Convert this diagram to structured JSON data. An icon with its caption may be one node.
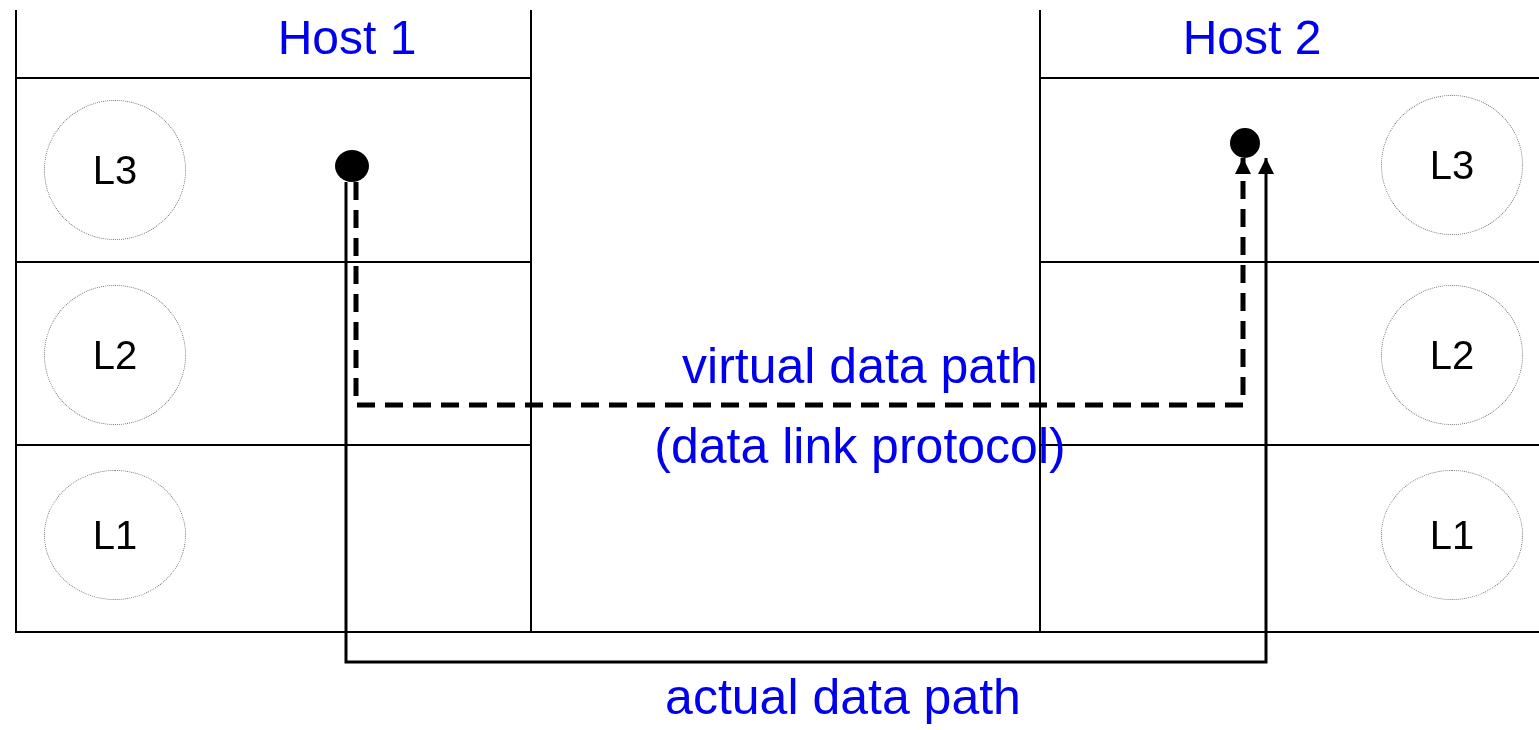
{
  "diagram": {
    "nodes": [
      {
        "text": [
          "Host 1"
        ]
      },
      {
        "text": [
          "L3"
        ],
        "in": 0
      },
      {
        "text": [
          "L2"
        ],
        "in": 0
      },
      {
        "text": [
          "L1"
        ],
        "in": 0
      },
      {
        "text": [],
        "shape": "circle",
        "in": 0
      },
      {
        "text": [
          "Host 2"
        ]
      },
      {
        "text": [
          "L3"
        ],
        "in": 5
      },
      {
        "text": [
          "L2"
        ],
        "in": 5
      },
      {
        "text": [
          "L1"
        ],
        "in": 5
      },
      {
        "text": [],
        "shape": "circle",
        "in": 5
      }
    ],
    "edges": [
      {
        "from": 4,
        "to": 9,
        "arrow": "to",
        "style": "dashed",
        "label": "virtual data path (data link protocol)"
      },
      {
        "from": 4,
        "to": 9,
        "arrow": "to",
        "label": "actual data path"
      }
    ]
  }
}
